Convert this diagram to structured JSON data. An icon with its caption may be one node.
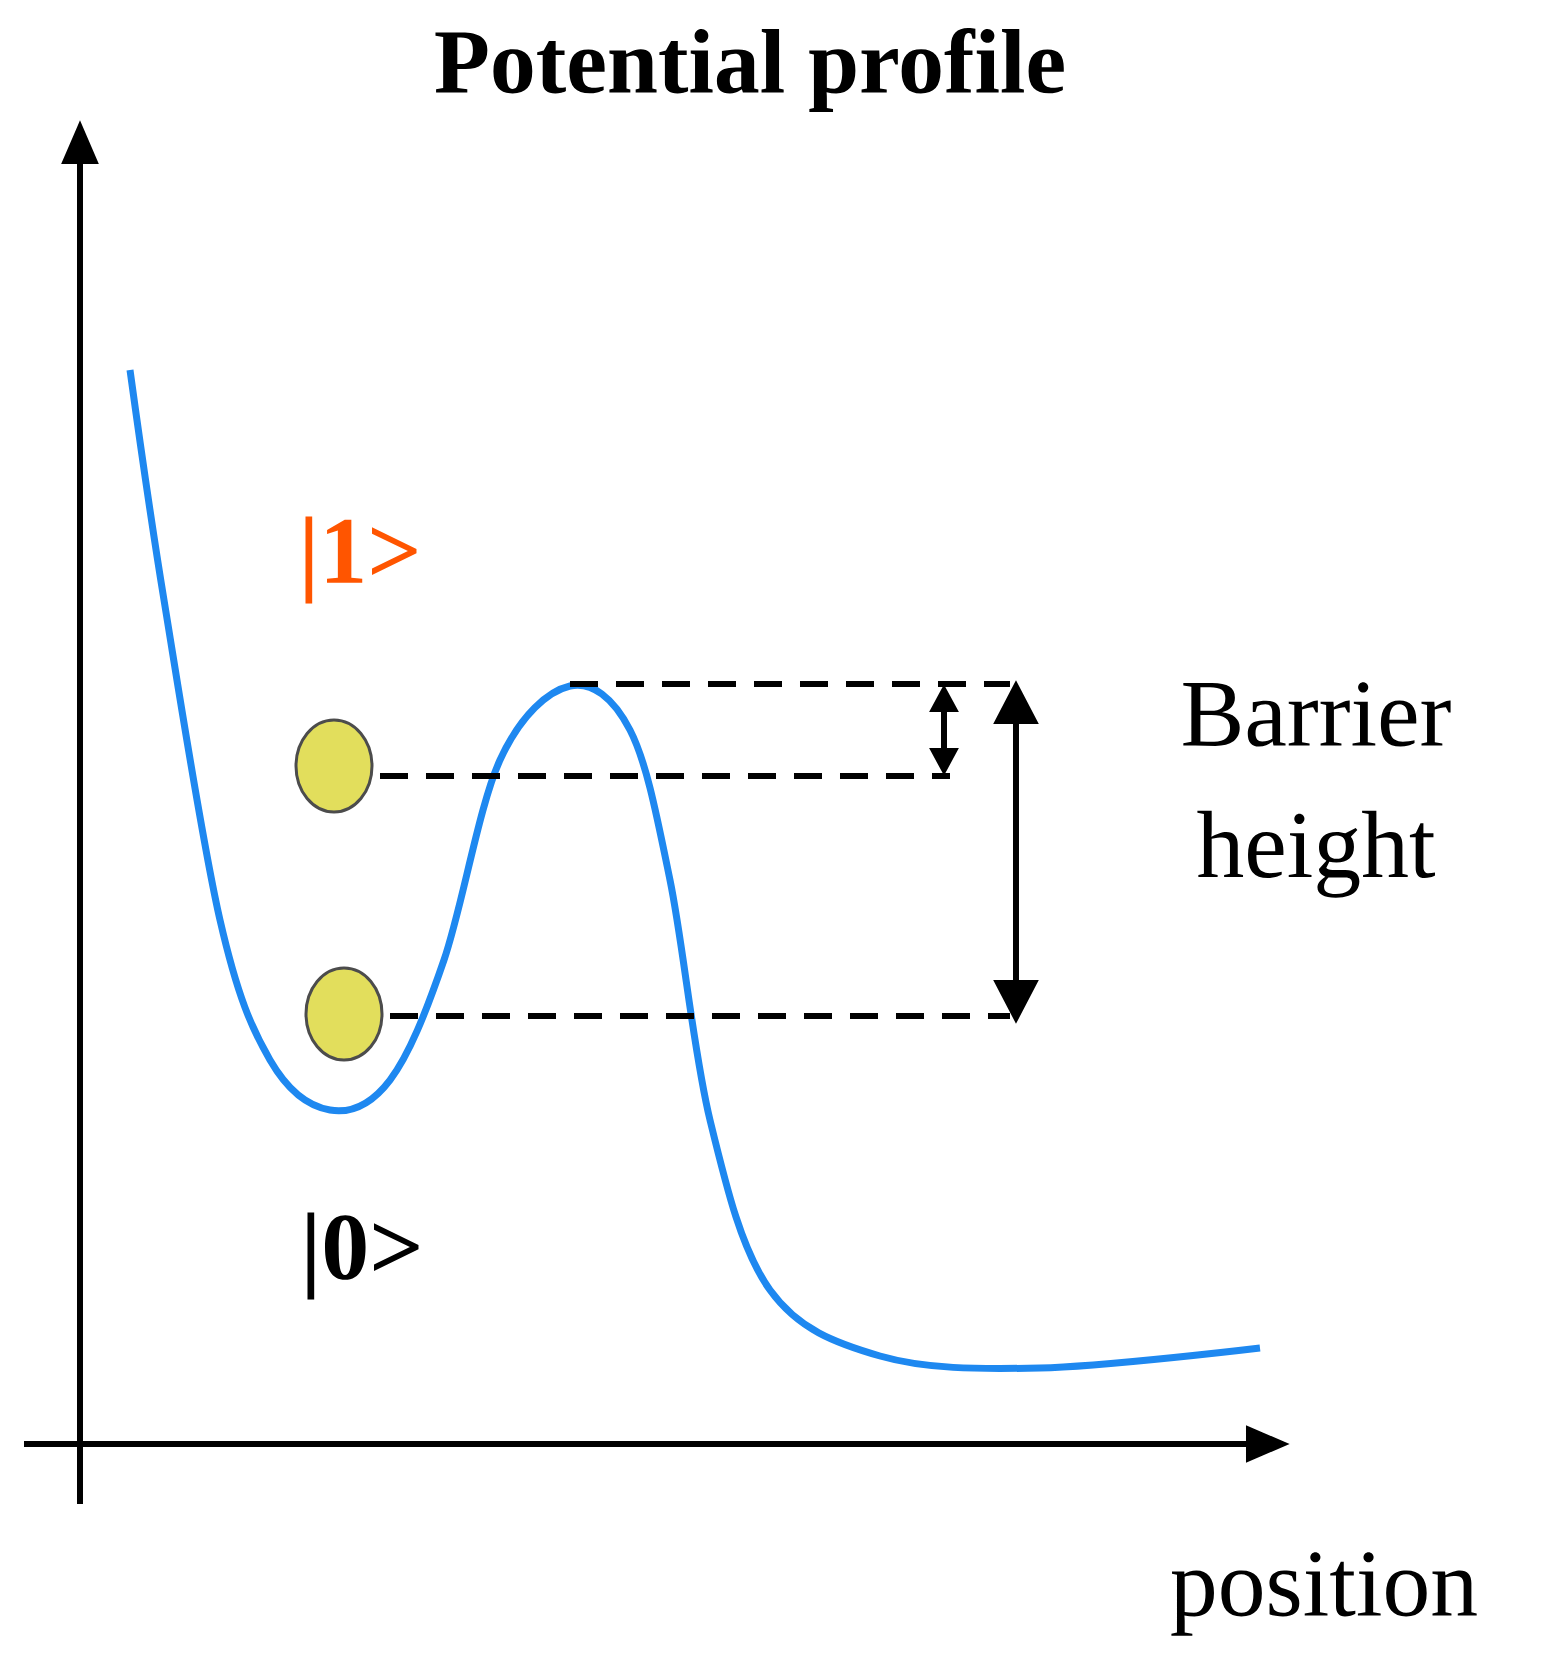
{
  "diagram": {
    "title": "Potential profile",
    "labels": [
      "|1>",
      "|0>",
      "Barrier height",
      "position"
    ]
  }
}
